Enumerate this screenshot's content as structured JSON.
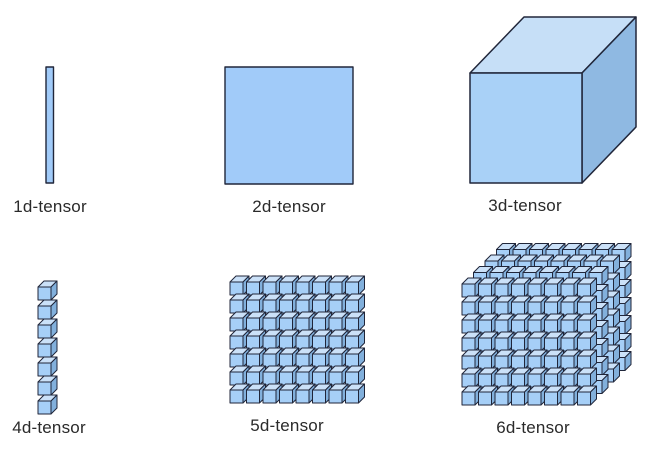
{
  "diagram_title": "tensor dimensionality diagram",
  "background": "#ffffff",
  "stroke_color": "#20263a",
  "palette": {
    "flat_fill": "#a1cbf9",
    "cube_front": "#a9d1f7",
    "cube_top": "#c6dff7",
    "cube_right": "#8fb9e2",
    "small_front": "#a6cff7",
    "small_top": "#cbe1f8",
    "small_right": "#82b0dc"
  },
  "figures": [
    {
      "id": "1d",
      "label": "1d-tensor",
      "shape": "vertical-bar",
      "dims": 1
    },
    {
      "id": "2d",
      "label": "2d-tensor",
      "shape": "square",
      "dims": 2
    },
    {
      "id": "3d",
      "label": "3d-tensor",
      "shape": "cube",
      "dims": 3
    },
    {
      "id": "4d",
      "label": "4d-tensor",
      "shape": "cube-column",
      "dims": 4,
      "cols": 1,
      "rows": 7,
      "depth": 1
    },
    {
      "id": "5d",
      "label": "5d-tensor",
      "shape": "cube-grid",
      "dims": 5,
      "cols": 8,
      "rows": 7,
      "depth": 1
    },
    {
      "id": "6d",
      "label": "6d-tensor",
      "shape": "cube-block",
      "dims": 6,
      "cols": 8,
      "rows": 7,
      "depth": 4
    }
  ]
}
